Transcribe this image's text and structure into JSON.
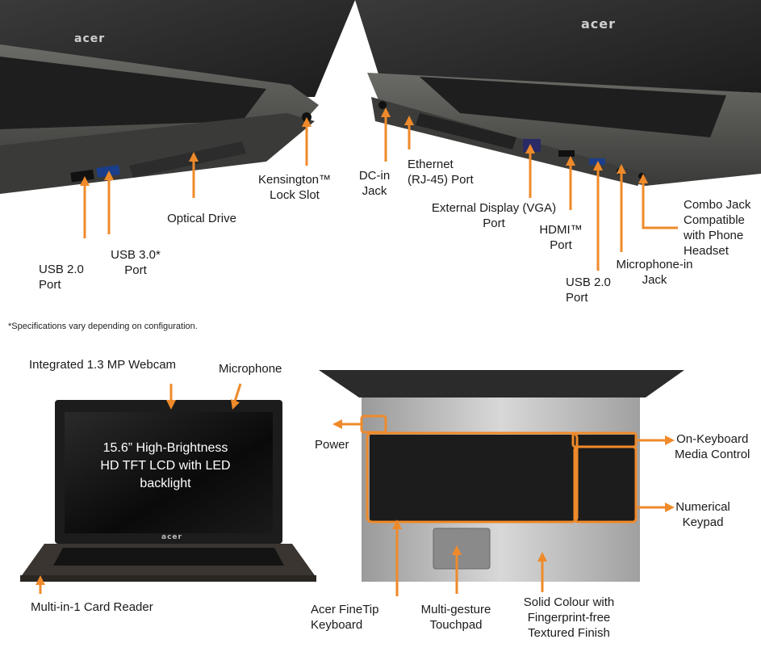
{
  "colors": {
    "accent": "#ef8a2a",
    "laptop_dark": "#2a2a2a",
    "laptop_body": "#4a4a48",
    "screen": "#111111"
  },
  "brand": "acer",
  "footnote": "*Specifications vary depending on configuration.",
  "screen_caption": "15.6” High-Brightness HD TFT LCD with LED backlight",
  "labels": {
    "usb20_left": "USB 2.0\nPort",
    "usb30": "USB 3.0*\nPort",
    "optical": "Optical Drive",
    "kensington": "Kensington™\nLock Slot",
    "dcin": "DC-in\nJack",
    "ethernet": "Ethernet\n(RJ-45) Port",
    "vga": "External Display (VGA)\nPort",
    "hdmi": "HDMI™\nPort",
    "usb20_right": "USB 2.0\nPort",
    "mic_in": "Microphone-in\nJack",
    "combo": "Combo Jack\nCompatible\nwith Phone\nHeadset",
    "webcam": "Integrated 1.3 MP Webcam",
    "microphone": "Microphone",
    "card_reader": "Multi-in-1 Card Reader",
    "power": "Power",
    "media_control": "On-Keyboard\nMedia Control",
    "numpad": "Numerical\nKeypad",
    "keyboard": "Acer FineTip\nKeyboard",
    "touchpad": "Multi-gesture\nTouchpad",
    "finish": "Solid Colour with\nFingerprint-free\nTextured Finish"
  }
}
